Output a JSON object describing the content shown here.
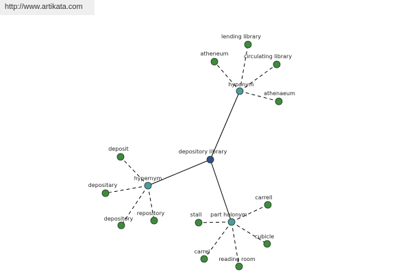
{
  "source_url": "http://www.artikata.com",
  "colors": {
    "root_node": "#2e4f8c",
    "relation_node": "#4f9aa0",
    "leaf_node": "#3f8a3f",
    "node_stroke": "#1e3a1e"
  },
  "graph": {
    "root": {
      "label": "depository library"
    },
    "relations": [
      {
        "id": "hyponym",
        "label": "hyponym",
        "terms": [
          {
            "label": "atheneum"
          },
          {
            "label": "lending library"
          },
          {
            "label": "circulating library"
          },
          {
            "label": "athenaeum"
          }
        ]
      },
      {
        "id": "hypernym",
        "label": "hypernym",
        "terms": [
          {
            "label": "deposit"
          },
          {
            "label": "depositary"
          },
          {
            "label": "depository"
          },
          {
            "label": "repository"
          }
        ]
      },
      {
        "id": "part_holonym",
        "label": "part holonym",
        "terms": [
          {
            "label": "stall"
          },
          {
            "label": "carrell"
          },
          {
            "label": "cubicle"
          },
          {
            "label": "reading room"
          },
          {
            "label": "carrel"
          }
        ]
      }
    ]
  }
}
